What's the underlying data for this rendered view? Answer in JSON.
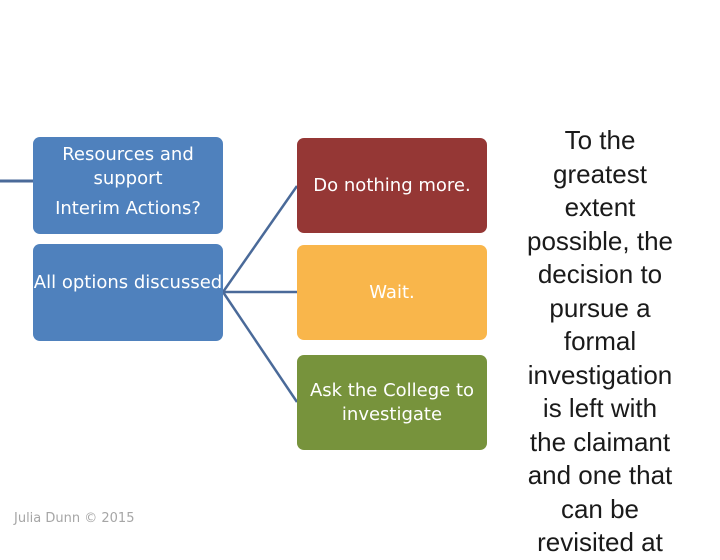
{
  "left_boxes": {
    "box1": {
      "line1": "Resources and support",
      "line2": "Interim Actions?"
    },
    "box2": {
      "text": "All options discussed"
    }
  },
  "right_boxes": {
    "do_nothing": "Do nothing more.",
    "wait": "Wait.",
    "ask_college": "Ask the College to investigate"
  },
  "side_text": "To the\ngreatest\nextent\npossible, the\ndecision to\npursue a\nformal\ninvestigation\nis left with\nthe claimant\nand one that\ncan be\nrevisited at",
  "footer": "Julia Dunn © 2015",
  "colors": {
    "blue": "#4f81bd",
    "red": "#953735",
    "orange": "#f9b64b",
    "green": "#77933c",
    "connector": "#4a6a99"
  }
}
